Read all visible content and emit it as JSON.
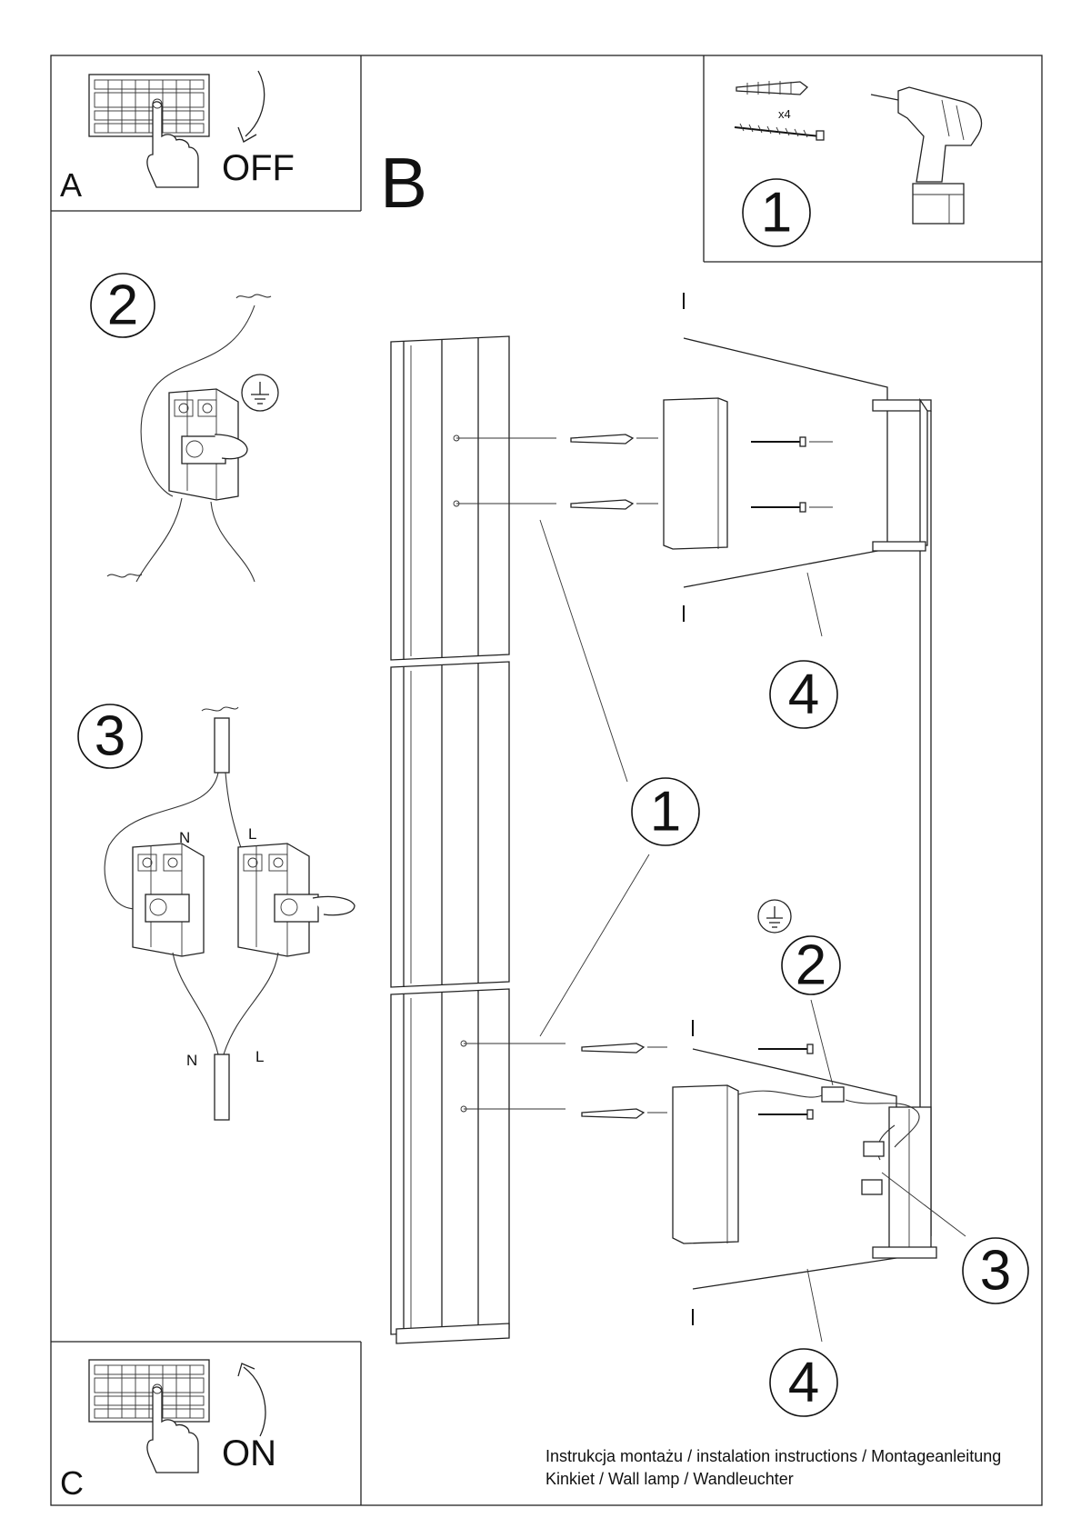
{
  "panels": {
    "a": {
      "letter": "A",
      "switch_label": "OFF"
    },
    "b": {
      "letter": "B"
    },
    "c": {
      "letter": "C",
      "switch_label": "ON"
    }
  },
  "hardware": {
    "quantity": "x4",
    "step": "1"
  },
  "steps": {
    "ground_detail": "2",
    "wiring_detail": "3",
    "mount": "1",
    "bracket_top": "4",
    "ground_main": "2",
    "connect_main": "3",
    "bracket_bottom": "4"
  },
  "wire_labels": {
    "neutral_top": "N",
    "live_top": "L",
    "neutral_bottom": "N",
    "live_bottom": "L"
  },
  "footer": {
    "line1": "Instrukcja montażu / instalation instructions / Montageanleitung",
    "line2": "Kinkiet / Wall lamp / Wandleuchter"
  }
}
